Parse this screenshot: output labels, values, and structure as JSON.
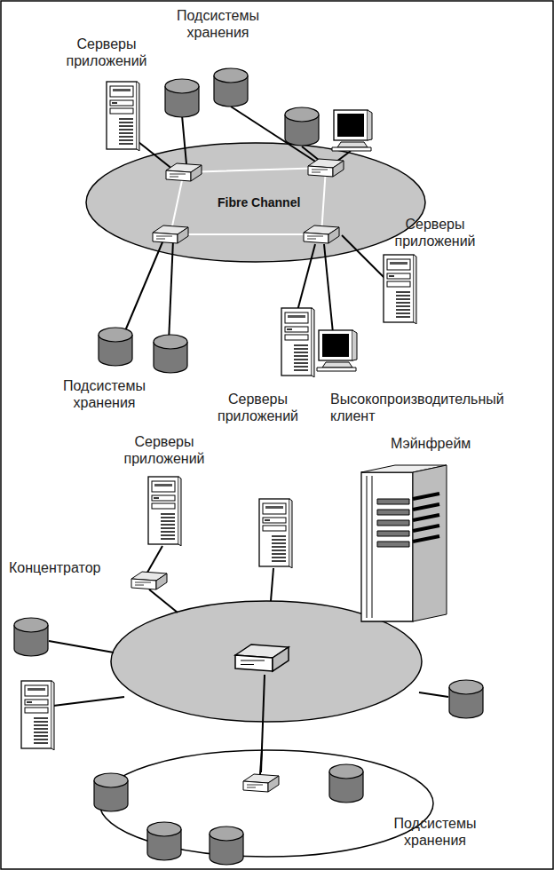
{
  "diagram": {
    "nodes": [
      {
        "text": [
          "Fibre Channel"
        ]
      }
    ],
    "labels": [
      "Подсистемы хранения",
      "Серверы приложений",
      "Серверы приложений",
      "Подсистемы хранения",
      "Серверы приложений",
      "Высокопроизводительный клиент",
      "Серверы приложений",
      "Мэйнфрейм",
      "Концентратор",
      "Подсистемы хранения"
    ]
  }
}
